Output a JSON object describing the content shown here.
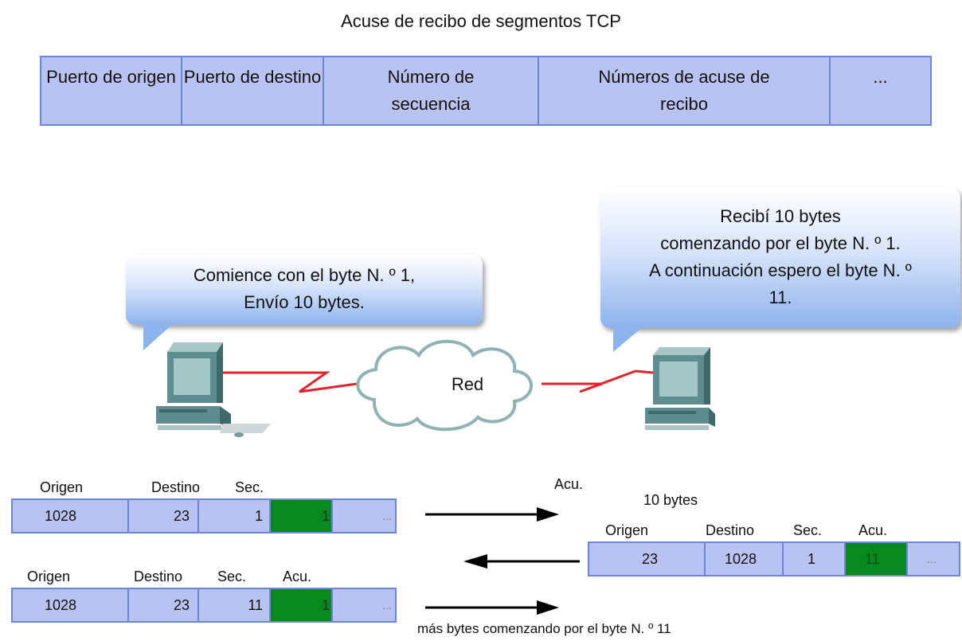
{
  "title": "Acuse de recibo de segmentos TCP",
  "header_cells": [
    "Puerto de origen",
    "Puerto de destino",
    "Número de secuencia",
    "Números de acuse de recibo",
    "..."
  ],
  "bubble_left": [
    "Comience con el byte N. º 1,",
    "Envío 10 bytes."
  ],
  "bubble_right": [
    "Recibí 10 bytes",
    "comenzando por el byte N. º 1.",
    "A continuación espero el byte N. º",
    "11."
  ],
  "cloud_label": "Red",
  "packet1": {
    "labels": {
      "origen": "Origen",
      "destino": "Destino",
      "sec": "Sec.",
      "acu": "Acu."
    },
    "values": [
      "1028",
      "23",
      "1",
      "1",
      "..."
    ]
  },
  "packet2": {
    "labels": {
      "origen": "Origen",
      "destino": "Destino",
      "sec": "Sec.",
      "acu": "Acu."
    },
    "values": [
      "1028",
      "23",
      "11",
      "1",
      "..."
    ]
  },
  "reply": {
    "bytes_label": "10 bytes",
    "labels": {
      "origen": "Origen",
      "destino": "Destino",
      "sec": "Sec.",
      "acu": "Acu."
    },
    "values": [
      "23",
      "1028",
      "1",
      "11",
      "..."
    ]
  },
  "bottom_caption": "más bytes comenzando por el byte N. º 11"
}
